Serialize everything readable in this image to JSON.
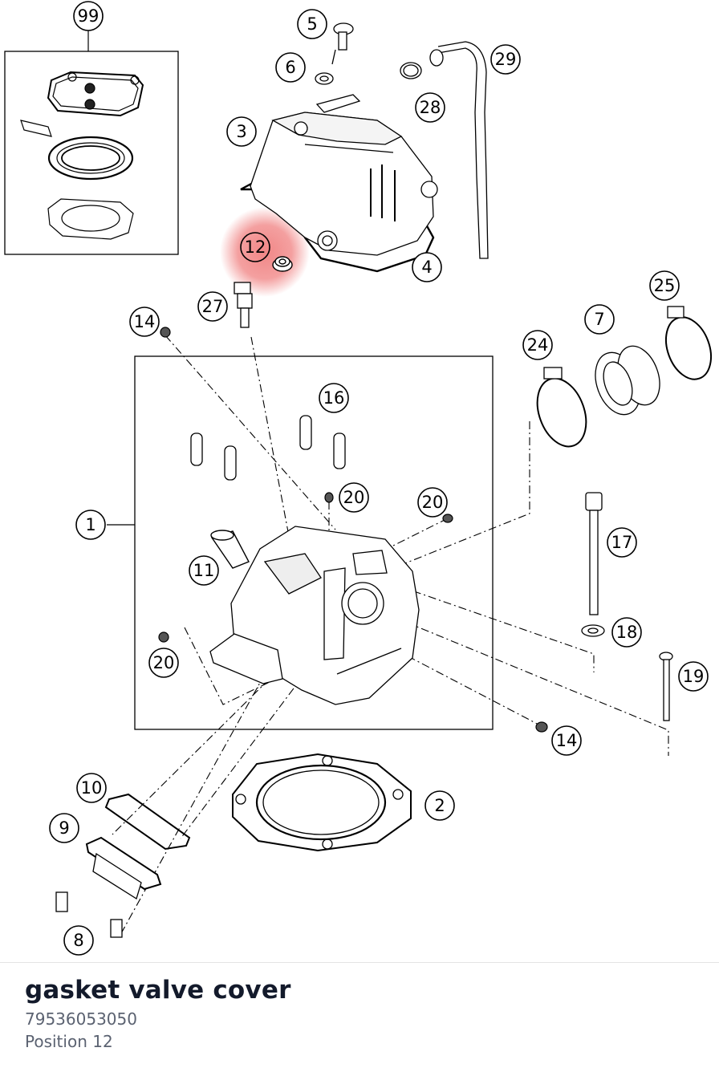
{
  "selected_part": {
    "name": "gasket valve cover",
    "number": "79536053050",
    "position_prefix": "Position",
    "position_value": "12"
  },
  "colors": {
    "highlight": "#f08080",
    "line": "#000000",
    "title": "#131a2b",
    "subtitle": "#5b6271"
  },
  "callouts": [
    {
      "label": "99"
    },
    {
      "label": "5"
    },
    {
      "label": "6"
    },
    {
      "label": "29"
    },
    {
      "label": "28"
    },
    {
      "label": "3"
    },
    {
      "label": "12",
      "highlighted": true
    },
    {
      "label": "4"
    },
    {
      "label": "27"
    },
    {
      "label": "25"
    },
    {
      "label": "14"
    },
    {
      "label": "7"
    },
    {
      "label": "24"
    },
    {
      "label": "16"
    },
    {
      "label": "20"
    },
    {
      "label": "20"
    },
    {
      "label": "1"
    },
    {
      "label": "17"
    },
    {
      "label": "11"
    },
    {
      "label": "18"
    },
    {
      "label": "20"
    },
    {
      "label": "19"
    },
    {
      "label": "14"
    },
    {
      "label": "10"
    },
    {
      "label": "2"
    },
    {
      "label": "9"
    },
    {
      "label": "8"
    }
  ]
}
